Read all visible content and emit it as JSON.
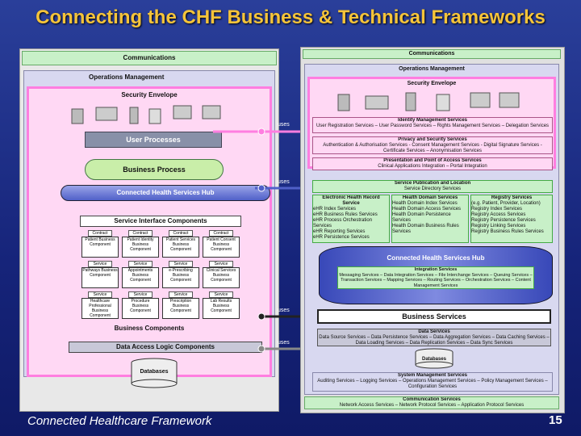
{
  "slide": {
    "title": "Connecting the CHF Business & Technical Frameworks",
    "footer": "Connected Healthcare Framework",
    "page": "15"
  },
  "left": {
    "communications": "Communications",
    "operations": "Operations Management",
    "security_envelope": "Security Envelope",
    "user_processes": "User Processes",
    "business_process": "Business Process",
    "hub": "Connected Health Services Hub",
    "service_interface": "Service Interface Components",
    "contract_label": "Contract",
    "service_label": "Service",
    "components_row1": [
      "Patient Business Component",
      "Patient Identity Business Component",
      "Patient Services Business Component",
      "Patient Consent Business Component"
    ],
    "components_row2": [
      "Pathways Business Component",
      "Appointments Business Component",
      "e-Prescribing Business Component",
      "Clinical Services Business Component"
    ],
    "components_row3": [
      "Healthcare Professional Business Component",
      "Procedure Business Component",
      "Prescription Business Component",
      "Lab Results Business Component"
    ],
    "business_components": "Business Components",
    "data_access": "Data Access Logic Components",
    "databases": "Databases"
  },
  "uses_labels": [
    "uses",
    "uses",
    "uses",
    "uses"
  ],
  "right": {
    "communications": "Communications",
    "operations": "Operations Management",
    "security_envelope": "Security Envelope",
    "identity": {
      "title": "Identity Management Services",
      "text": "User Registration Services – User Password Services – Rights Management Services – Delegation Services"
    },
    "privacy": {
      "title": "Privacy and Security Services",
      "text": "Authentication & Authorisation Services - Consent Management Services - Digital Signature Services - Certificate Services – Anonymisation Services"
    },
    "presentation": {
      "title": "Presentation and Point of Access Services",
      "text": "Clinical Applications Integration – Portal Integration"
    },
    "publication": {
      "title": "Service Publication and Location",
      "text": "Service Directory Services"
    },
    "ehr": {
      "title": "Electronic Health Record Service",
      "items": [
        "eHR Index Services",
        "eHR Business Rules Services",
        "eHR Process Orchestration Services",
        "eHR Reporting Services",
        "eHR Persistence Services"
      ]
    },
    "health_domain": {
      "title": "Health Domain Services",
      "items": [
        "Health Domain Index Services",
        "Health Domain Access Services",
        "Health Domain Persistence Services",
        "Health Domain Business Rules Services"
      ]
    },
    "registry": {
      "title": "Registry Services",
      "items": [
        "(e.g. Patient, Provider, Location)",
        "Registry Index Services",
        "Registry Access Services",
        "Registry Persistence Services",
        "Registry Linking Services",
        "Registry Business Rules Services"
      ]
    },
    "hub": "Connected Health Services Hub",
    "integration": {
      "title": "Integration Services",
      "text": "Messaging Services – Data Integration Services – File Interchange Services – Queuing Services – Transaction Services – Mapping Services – Routing Services – Orchestration Services – Content Management Services"
    },
    "business_services": "Business Services",
    "data_services": {
      "title": "Data Services",
      "text": "Data Source Services – Data Persistence Services – Data Aggregation Services – Data Caching Services – Data Loading Services – Data Replication Services – Data Sync Services"
    },
    "databases": "Databases",
    "system_mgmt": {
      "title": "System Management Services",
      "text": "Auditing Services – Logging Services – Operations Management Services – Policy Management Services – Configuration Services"
    },
    "comm_services": {
      "title": "Communication Services",
      "text": "Network Access Services – Network Protocol Services – Application Protocol Services"
    }
  },
  "colors": {
    "title": "#f5c43a",
    "security": "#ff7ee0",
    "security_fill": "#ffd8f4",
    "comm_fill": "#c8f0c8",
    "ops_fill": "#d8d8f0",
    "hub": "#5060c8",
    "user_proc": "#8890a8",
    "biz_proc": "#c9eea9",
    "box_fill": "#e6ffe6"
  }
}
